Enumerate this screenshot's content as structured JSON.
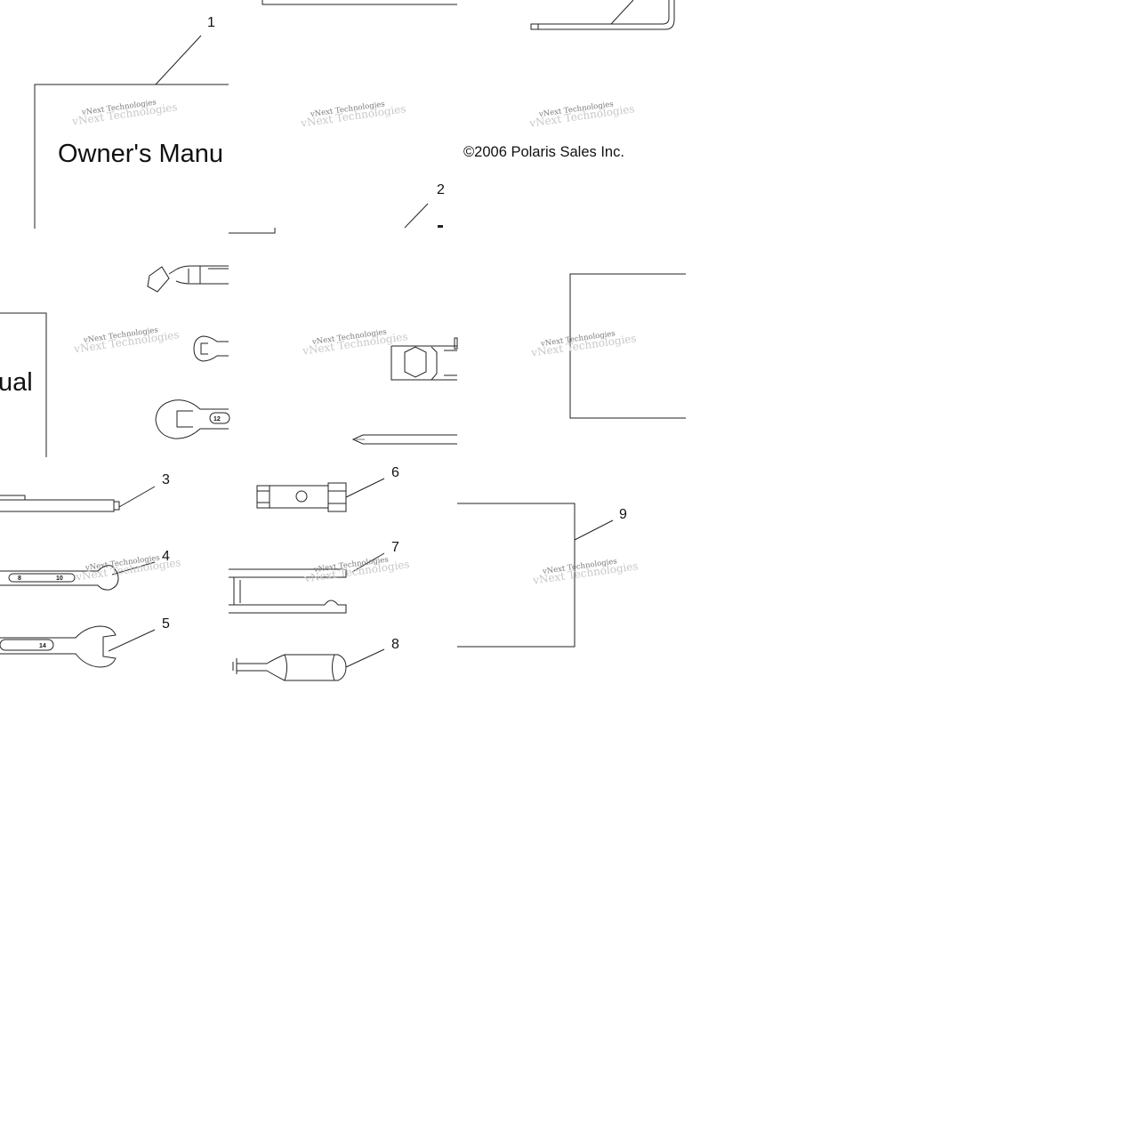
{
  "manual": {
    "title_fragment_top": "Owner's Manu",
    "title_fragment_mid": "ual",
    "copyright_symbol": "©",
    "copyright": "2006 Polaris Sales Inc."
  },
  "callouts": [
    "1",
    "2",
    "3",
    "4",
    "5",
    "6",
    "7",
    "8",
    "9"
  ],
  "watermark": {
    "text": "vNext Technologies"
  },
  "wrench_marks": {
    "w4_a": "8",
    "w4_b": "10",
    "w5": "14",
    "w12": "12"
  }
}
